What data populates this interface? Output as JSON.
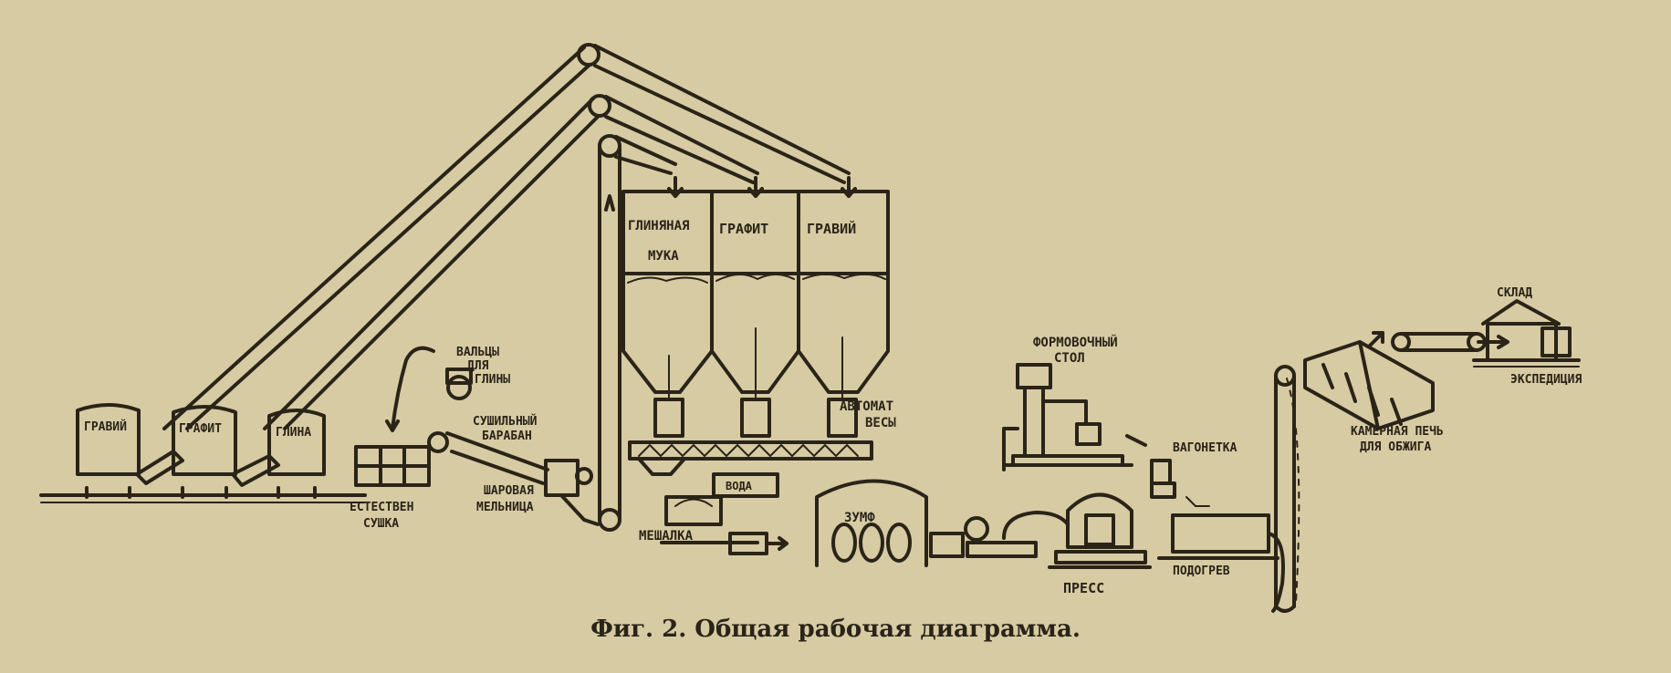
{
  "caption": "Фиг. 2. Общая рабочая диаграмма.",
  "labels": {
    "gravel_bin": "ГРАВИЙ",
    "graphite_bin": "ГРАФИТ",
    "clay_bin": "ГЛИНА",
    "natural_drying_1": "ЕСТЕСТВЕН",
    "natural_drying_2": "СУШКА",
    "rolls_1": "ВАЛЬЦЫ",
    "rolls_2": "ДЛЯ",
    "rolls_3": "ГЛИНЫ",
    "drum_1": "СУШИЛЬНЫЙ",
    "drum_2": "БАРАБАН",
    "mill_1": "ШАРОВАЯ",
    "mill_2": "МЕЛЬНИЦА",
    "silo_clay_1": "ГЛИНЯНАЯ",
    "silo_clay_2": "МУКА",
    "silo_graphite": "ГРАФИТ",
    "silo_gravel": "ГРАВИЙ",
    "scales_1": "АВТОМАТ",
    "scales_2": "ВЕСЫ",
    "water": "ВОДА",
    "mixer": "МЕШАЛКА",
    "sump": "ЗУМФ",
    "molding_1": "ФОРМОВОЧНЫЙ",
    "molding_2": "СТОЛ",
    "trolley": "ВАГОНЕТКА",
    "press": "ПРЕСС",
    "heating": "ПОДОГРЕВ",
    "kiln_1": "КАМЕРНАЯ ПЕЧЬ",
    "kiln_2": "ДЛЯ ОБЖИГА",
    "warehouse": "СКЛАД",
    "dispatch": "ЭКСПЕДИЦИЯ"
  }
}
